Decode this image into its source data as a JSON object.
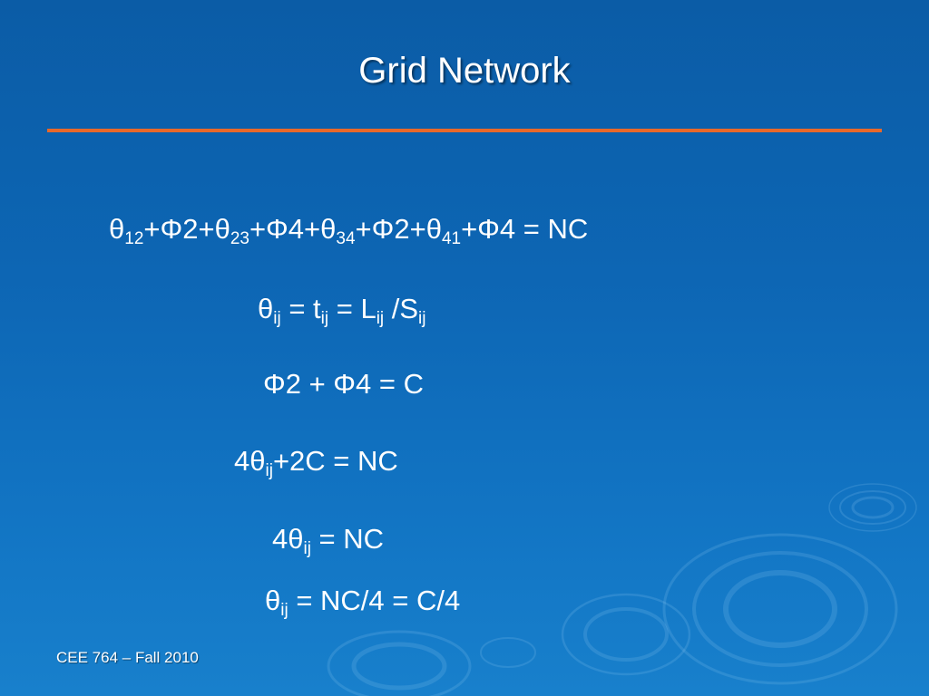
{
  "slide": {
    "title": "Grid Network",
    "footer": "CEE 764 – Fall 2010"
  },
  "equations": {
    "line1": {
      "s1": "θ",
      "s1_sub": "12",
      "s2": "+Φ2+θ",
      "s2_sub": "23",
      "s3": "+Φ4+θ",
      "s3_sub": "34",
      "s4": "+Φ2+θ",
      "s4_sub": "41",
      "s5": "+Φ4 = NC"
    },
    "line2": {
      "s1": "θ",
      "s1_sub": "ij",
      "s2": " = t",
      "s2_sub": "ij",
      "s3": " = L",
      "s3_sub": "ij",
      "s4": " /S",
      "s4_sub": "ij"
    },
    "line3": {
      "s1": "Φ2 + Φ4 = C"
    },
    "line4": {
      "s1": "4θ",
      "s1_sub": "ij",
      "s2": "+2C = NC"
    },
    "line5": {
      "s1": "4θ",
      "s1_sub": "ij",
      "s2": " = NC"
    },
    "line6": {
      "s1": "θ",
      "s1_sub": "ij",
      "s2": " = NC/4 = C/4"
    }
  },
  "colors": {
    "background": "#0d66b4",
    "accent_rule": "#e8682a",
    "text": "#ffffff"
  }
}
